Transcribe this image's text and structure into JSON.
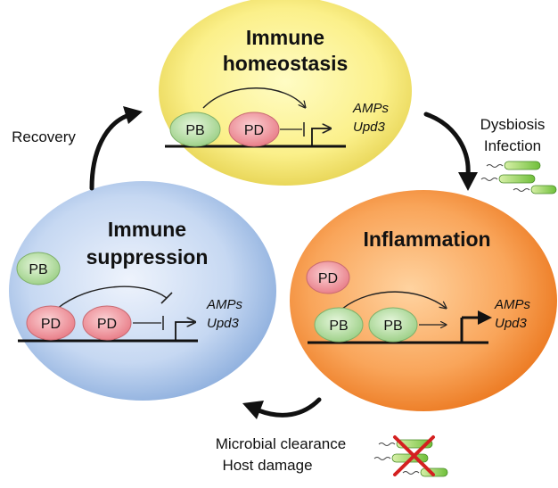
{
  "states": {
    "homeostasis": {
      "title_line1": "Immune",
      "title_line2": "homeostasis",
      "gene_line1": "AMPs",
      "gene_line2": "Upd3"
    },
    "inflammation": {
      "title": "Inflammation",
      "gene_line1": "AMPs",
      "gene_line2": "Upd3"
    },
    "suppression": {
      "title_line1": "Immune",
      "title_line2": "suppression",
      "gene_line1": "AMPs",
      "gene_line2": "Upd3"
    }
  },
  "factors": {
    "pb": "PB",
    "pd": "PD"
  },
  "transitions": {
    "recovery": "Recovery",
    "dysbiosis": "Dysbiosis",
    "infection": "Infection",
    "clearance": "Microbial clearance",
    "damage": "Host damage"
  },
  "colors": {
    "homeostasis_core": "#fffaa8",
    "homeostasis_edge": "#ecdc58",
    "inflammation_core": "#ffc58a",
    "inflammation_edge": "#ef7f24",
    "suppression_core": "#e3edfb",
    "suppression_edge": "#93b5e2",
    "pb_fill": "#c7eab7",
    "pd_fill": "#f5a5ab"
  }
}
